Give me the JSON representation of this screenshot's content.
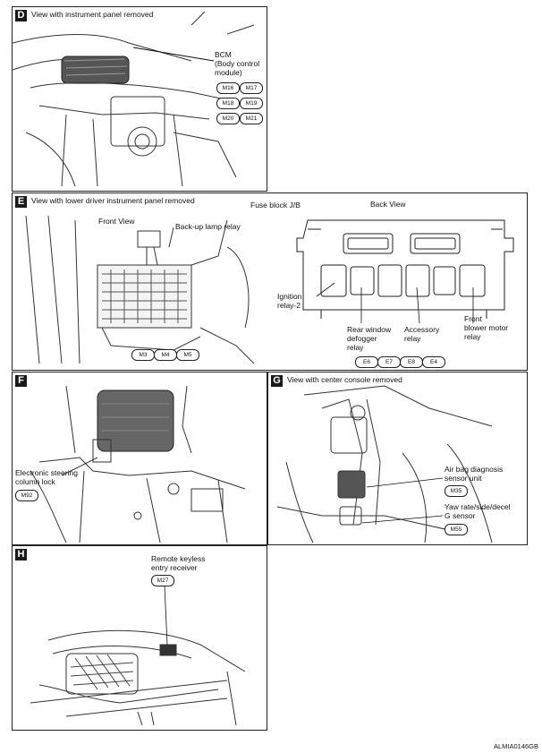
{
  "panelD": {
    "letter": "D",
    "title": "View with instrument panel removed",
    "bcm_label": "BCM",
    "bcm_desc_1": "(Body control",
    "bcm_desc_2": "module)",
    "connectors": [
      "M16",
      "M17",
      "M18",
      "M19",
      "M20",
      "M21"
    ]
  },
  "panelE": {
    "letter": "E",
    "title": "View with lower driver instrument panel removed",
    "fuse_block": "Fuse block J/B",
    "front_view": "Front View",
    "backup_relay": "Back-up lamp relay",
    "back_view": "Back View",
    "ignition_1": "Ignition",
    "ignition_2": "relay-2",
    "rear_1": "Rear window",
    "rear_2": "defogger",
    "rear_3": "relay",
    "acc_1": "Accessory",
    "acc_2": "relay",
    "blower_1": "Front",
    "blower_2": "blower motor",
    "blower_3": "relay",
    "connectors_left": [
      "M3",
      "M4",
      "M5"
    ],
    "connectors_right": [
      "E6",
      "E7",
      "E8",
      "E4"
    ]
  },
  "panelF": {
    "letter": "F",
    "lock_1": "Electronic steering",
    "lock_2": "column lock",
    "connector": "M92"
  },
  "panelG": {
    "letter": "G",
    "title": "View with center console removed",
    "airbag_1": "Air bag diagnosis",
    "airbag_2": "sensor unit",
    "airbag_conn": "M35",
    "yaw_1": "Yaw rate/side/decel",
    "yaw_2": "G sensor",
    "yaw_conn": "M55"
  },
  "panelH": {
    "letter": "H",
    "rke_1": "Remote keyless",
    "rke_2": "entry receiver",
    "connector": "M27"
  },
  "footer": "ALMIA0146GB"
}
